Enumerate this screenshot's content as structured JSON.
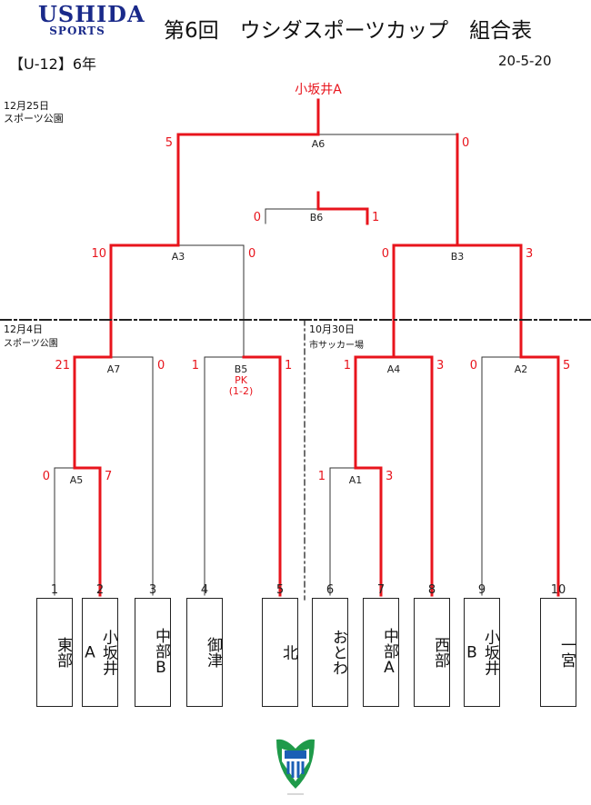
{
  "header": {
    "logo_line1": "USHIDA",
    "logo_line2": "SPORTS",
    "title": "第6回　ウシダスポーツカップ　組合表",
    "division": "【U-12】6年",
    "date": "20-5-20"
  },
  "winner": "小坂井A",
  "venues": [
    {
      "date": "12月25日",
      "place": "スポーツ公園"
    },
    {
      "date": "12月4日",
      "place": "スポーツ公園"
    },
    {
      "date": "10月30日",
      "place": "市サッカー場"
    }
  ],
  "matches": {
    "A6": {
      "label": "A6",
      "score_left": "5",
      "score_right": "0"
    },
    "B6": {
      "label": "B6",
      "score_left": "0",
      "score_right": "1"
    },
    "A3": {
      "label": "A3",
      "score_left": "10",
      "score_right": "0"
    },
    "B3": {
      "label": "B3",
      "score_left": "0",
      "score_right": "3"
    },
    "A7": {
      "label": "A7",
      "score_left": "21",
      "score_right": "0"
    },
    "B5": {
      "label": "B5",
      "score_left": "1",
      "score_right": "1",
      "pk": "PK",
      "pk_score": "(1-2)"
    },
    "A4": {
      "label": "A4",
      "score_left": "1",
      "score_right": "3"
    },
    "A2": {
      "label": "A2",
      "score_left": "0",
      "score_right": "5"
    },
    "A5": {
      "label": "A5",
      "score_left": "0",
      "score_right": "7"
    },
    "A1": {
      "label": "A1",
      "score_left": "1",
      "score_right": "3"
    }
  },
  "teams": [
    {
      "num": "1",
      "name": "東部"
    },
    {
      "num": "2",
      "name": "小坂井A"
    },
    {
      "num": "3",
      "name": "中部B"
    },
    {
      "num": "4",
      "name": "御津"
    },
    {
      "num": "5",
      "name": "北"
    },
    {
      "num": "6",
      "name": "おとわ"
    },
    {
      "num": "7",
      "name": "中部A"
    },
    {
      "num": "8",
      "name": "西部"
    },
    {
      "num": "9",
      "name": "小坂井B"
    },
    {
      "num": "10",
      "name": "一宮"
    }
  ],
  "colors": {
    "winner_line": "#e8141c",
    "line": "#333333",
    "logo": "#1a2a8a"
  }
}
